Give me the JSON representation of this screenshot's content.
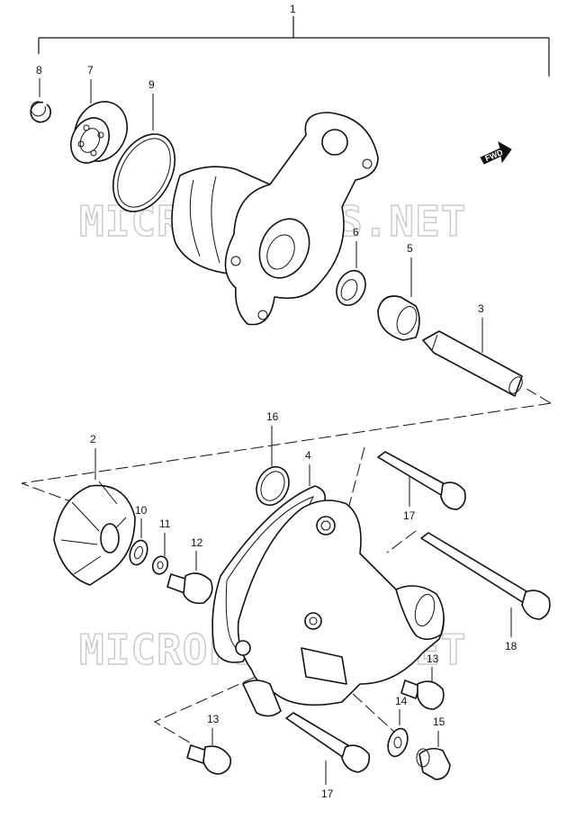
{
  "watermark": "MICROFICHES.NET",
  "direction_marker": "FWD",
  "callouts": {
    "c1": "1",
    "c2": "2",
    "c3": "3",
    "c4": "4",
    "c5": "5",
    "c6": "6",
    "c7": "7",
    "c8": "8",
    "c9": "9",
    "c10": "10",
    "c11": "11",
    "c12": "12",
    "c13a": "13",
    "c13b": "13",
    "c14": "14",
    "c15": "15",
    "c16": "16",
    "c17a": "17",
    "c17b": "17",
    "c18": "18"
  }
}
